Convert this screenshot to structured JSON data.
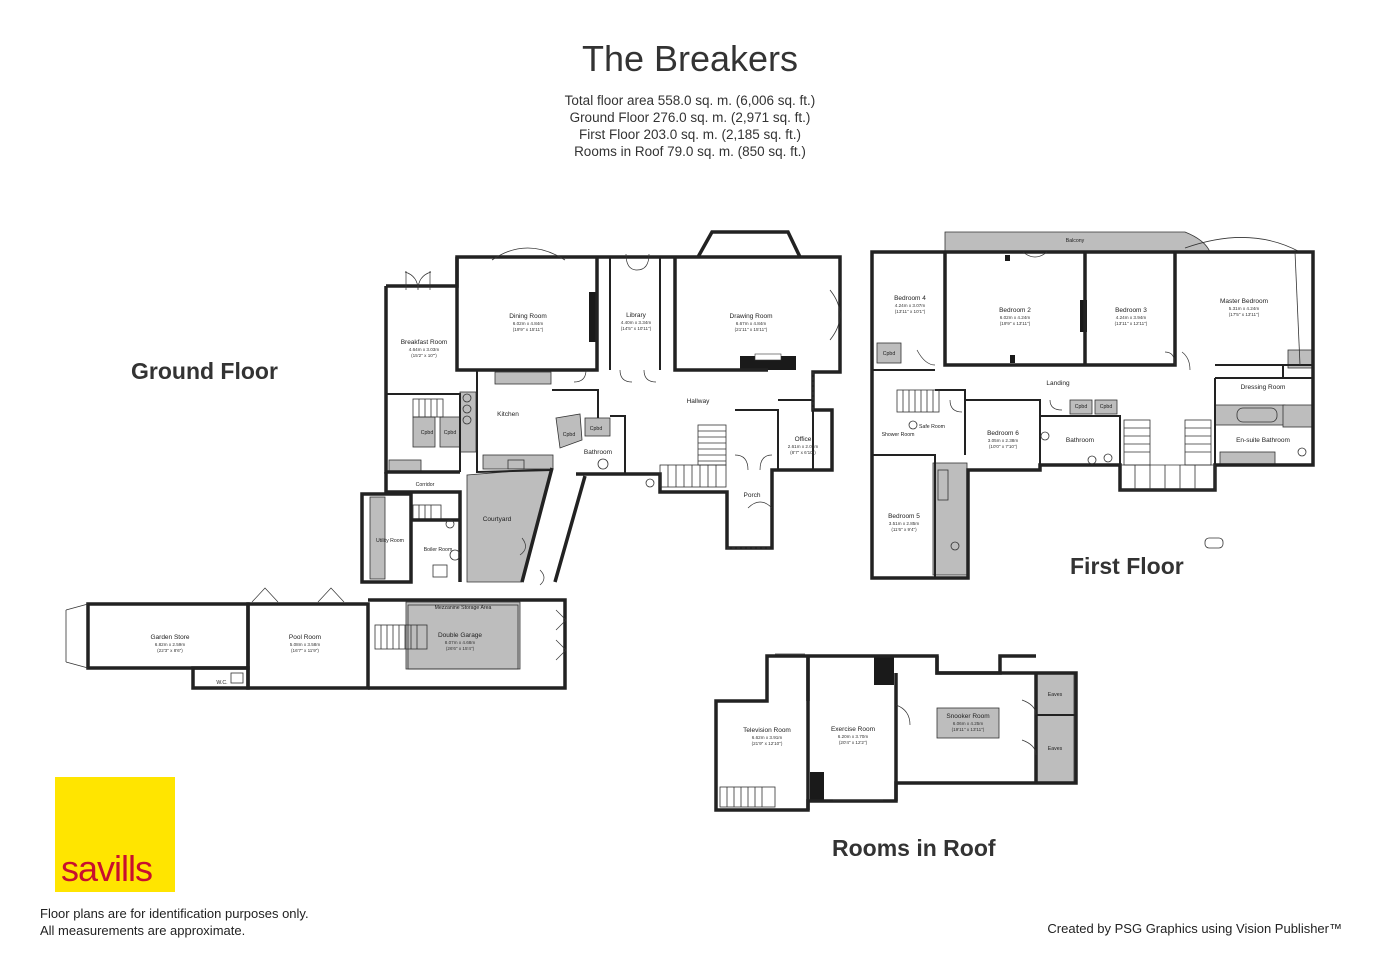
{
  "header": {
    "title": "The Breakers",
    "areas": [
      "Total floor area 558.0 sq. m. (6,006 sq. ft.)",
      "Ground Floor 276.0 sq. m. (2,971 sq. ft.)",
      "First Floor 203.0 sq. m. (2,185 sq. ft.)",
      "Rooms in Roof 79.0 sq. m. (850 sq. ft.)"
    ]
  },
  "floors": {
    "ground": "Ground Floor",
    "first": "First Floor",
    "roof": "Rooms in Roof"
  },
  "ground_rooms": {
    "breakfast": {
      "name": "Breakfast Room",
      "dim1": "4.64m x 3.03m",
      "dim2": "(15'2\" x 10'\")"
    },
    "dining": {
      "name": "Dining Room",
      "dim1": "6.02m x 4.84m",
      "dim2": "(19'9\" x 15'11\")"
    },
    "library": {
      "name": "Library",
      "dim1": "4.40m x 3.34m",
      "dim2": "(14'5\" x 10'11\")"
    },
    "drawing": {
      "name": "Drawing Room",
      "dim1": "6.67m x 4.84m",
      "dim2": "(21'11\" x 15'11\")"
    },
    "kitchen": {
      "name": "Kitchen"
    },
    "hallway": {
      "name": "Hallway"
    },
    "office": {
      "name": "Office",
      "dim1": "2.61m x 2.03m",
      "dim2": "(8'7\" x 6'10\")"
    },
    "bathroom": {
      "name": "Bathroom"
    },
    "porch": {
      "name": "Porch"
    },
    "corridor": {
      "name": "Corridor"
    },
    "courtyard": {
      "name": "Courtyard"
    },
    "utility": {
      "name": "Utility Room"
    },
    "boiler": {
      "name": "Boiler Room"
    },
    "garden_store": {
      "name": "Garden Store",
      "dim1": "6.82m x 2.59m",
      "dim2": "(22'3\" x 8'6\")"
    },
    "pool_room": {
      "name": "Pool Room",
      "dim1": "5.08m x 3.58m",
      "dim2": "(16'7\" x 11'9\")"
    },
    "mezzanine": {
      "name": "Mezzanine Storage Area"
    },
    "garage": {
      "name": "Double Garage",
      "dim1": "8.07m x 4.68m",
      "dim2": "(26'6\" x 15'4\")"
    },
    "wc": {
      "name": "W.C."
    },
    "cpbd": "Cpbd"
  },
  "first_rooms": {
    "balcony": {
      "name": "Balcony"
    },
    "bed4": {
      "name": "Bedroom 4",
      "dim1": "4.24m x 3.07m",
      "dim2": "(13'11\" x 10'1\")"
    },
    "bed2": {
      "name": "Bedroom 2",
      "dim1": "6.02m x 4.24m",
      "dim2": "(19'9\" x 13'11\")"
    },
    "bed3": {
      "name": "Bedroom 3",
      "dim1": "4.24m x 3.94m",
      "dim2": "(13'11\" x 12'11\")"
    },
    "master": {
      "name": "Master Bedroom",
      "dim1": "5.31m x 4.24m",
      "dim2": "(17'5\" x 13'11\")"
    },
    "landing": {
      "name": "Landing"
    },
    "dressing": {
      "name": "Dressing Room"
    },
    "ensuite": {
      "name": "En-suite Bathroom"
    },
    "bed6": {
      "name": "Bedroom 6",
      "dim1": "3.05m x 2.38m",
      "dim2": "(10'0\" x 7'10\")"
    },
    "bathroom": {
      "name": "Bathroom"
    },
    "shower": {
      "name": "Shower Room"
    },
    "safe": {
      "name": "Safe Room"
    },
    "bed5": {
      "name": "Bedroom 5",
      "dim1": "3.51m x 2.85m",
      "dim2": "(11'6\" x 9'4\")"
    }
  },
  "roof_rooms": {
    "tv": {
      "name": "Television Room",
      "dim1": "6.62m x 3.91m",
      "dim2": "(21'9\" x 12'10\")"
    },
    "exercise": {
      "name": "Exercise Room",
      "dim1": "6.20m x 3.70m",
      "dim2": "(20'4\" x 12'2\")"
    },
    "snooker": {
      "name": "Snooker Room",
      "dim1": "6.06m x 4.25m",
      "dim2": "(19'11\" x 13'11\")"
    },
    "eaves": "Eaves"
  },
  "footer": {
    "logo": "savills",
    "disclaimer": [
      "Floor plans are for identification purposes only.",
      "All measurements are approximate."
    ],
    "credit": "Created by PSG Graphics using Vision Publisher™"
  }
}
